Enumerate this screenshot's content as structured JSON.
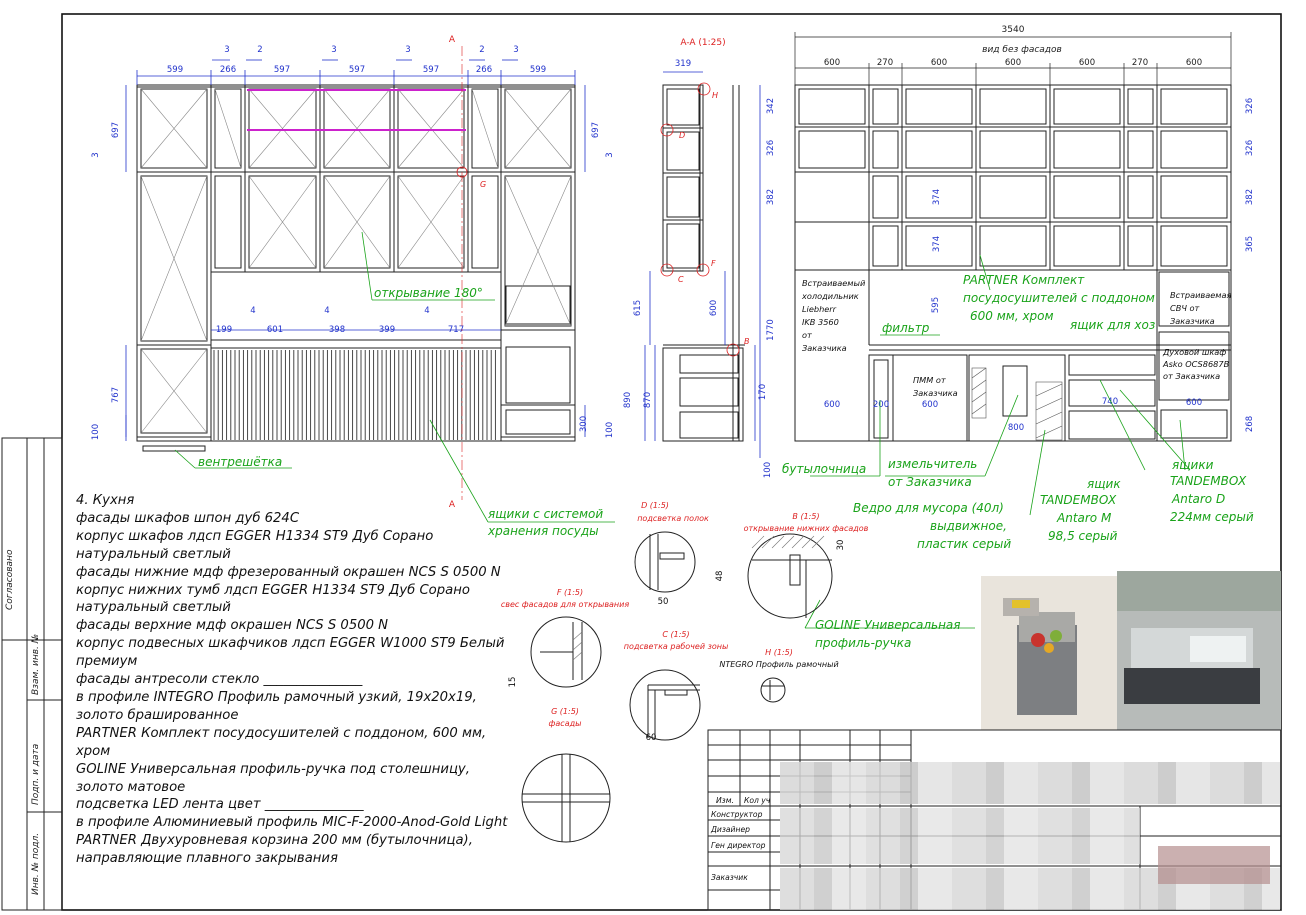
{
  "top_dims": {
    "main": [
      "599",
      "266",
      "597",
      "597",
      "597",
      "266",
      "599"
    ],
    "gaps": [
      "3",
      "2",
      "3",
      "3",
      "2",
      "3"
    ],
    "left_side": [
      "697",
      "767",
      "100"
    ],
    "right_side": [
      "697",
      "300",
      "100"
    ],
    "side_small": [
      "3",
      "3"
    ],
    "mid": [
      "199",
      "601",
      "398",
      "399",
      "717"
    ],
    "mid_gaps": [
      "4",
      "4",
      "4"
    ],
    "section_marks": [
      "A",
      "A"
    ]
  },
  "section": {
    "title": "A-A (1:25)",
    "width": "319",
    "dims": [
      "615",
      "600",
      "890",
      "870",
      "1770",
      "170",
      "100"
    ],
    "marks": [
      "H",
      "D",
      "G",
      "C",
      "F",
      "B"
    ]
  },
  "right_view": {
    "total": "3540",
    "caption": "вид без фасадов",
    "cols": [
      "600",
      "270",
      "600",
      "600",
      "600",
      "270",
      "600"
    ],
    "left_dims": [
      "342",
      "326",
      "382"
    ],
    "right_dims": [
      "326",
      "326",
      "382",
      "365",
      "268"
    ],
    "inner_dims": [
      "374",
      "374",
      "595"
    ],
    "bottom_dims": [
      "600",
      "200",
      "600",
      "800",
      "740",
      "600"
    ],
    "fridge": [
      "Встраиваемый",
      "холодильник",
      "Liebherr",
      "IKB 3560",
      "от",
      "Заказчика"
    ],
    "microwave": [
      "Встраиваемая",
      "СВЧ от",
      "Заказчика"
    ],
    "oven": [
      "Духовой шкаф",
      "Asko OCS8687B",
      "от Заказчика"
    ],
    "dishwasher": [
      "ПММ от",
      "Заказчика"
    ]
  },
  "green_labels": {
    "opening": "открывание 180°",
    "vent": "вентрешётка",
    "drawers_storage": [
      "ящики с системой",
      "хранения посуды"
    ],
    "partner": [
      "PARTNER Комплект",
      "посудосушителей с поддоном",
      "600 мм, хром"
    ],
    "filter": "фильтр",
    "box": "ящик для хоз",
    "bottle": "бутылочница",
    "grinder": [
      "измельчитель",
      "от Заказчика"
    ],
    "bin": [
      "Ведро для мусора (40л)",
      "выдвижное,",
      "пластик серый"
    ],
    "tandem_m": [
      "ящик",
      "TANDEMBOX",
      "Antaro M",
      "98,5 серый"
    ],
    "tandem_d": [
      "ящики",
      "TANDEMBOX",
      "Antaro D",
      "224мм серый"
    ],
    "goline": [
      "GOLINE Универсальная",
      "профиль-ручка"
    ]
  },
  "details": {
    "d": "D (1:5)",
    "d_note": "подсветка полок",
    "d_dim": "50",
    "b": "B (1:5)",
    "b_note": "открывание нижних фасадов",
    "b_dims": [
      "48",
      "30"
    ],
    "f": "F (1:5)",
    "f_note": "свес фасадов для открывания",
    "f_dim": "15",
    "c": "C (1:5)",
    "c_note": "подсветка рабочей зоны",
    "c_dim": "60",
    "h": "H (1:5)",
    "h_note": "NTEGRO Профиль рамочный",
    "g": "G (1:5)",
    "g_note": "фасады"
  },
  "notes": [
    "4. Кухня",
    "фасады шкафов шпон дуб 624C",
    "корпус шкафов лдсп EGGER H1334 ST9 Дуб Сорано",
    "натуральный светлый",
    "фасады нижние мдф фрезерованный окрашен NCS S 0500 N",
    "корпус нижних тумб лдсп EGGER H1334 ST9 Дуб Сорано",
    "натуральный светлый",
    "фасады верхние мдф окрашен NCS S 0500 N",
    "корпус подвесных шкафчиков лдсп EGGER W1000 ST9 Белый",
    "премиум",
    "фасады антресоли стекло _______________",
    "в профиле INTEGRO Профиль рамочный узкий, 19х20х19,",
    "золото брашированное",
    "PARTNER Комплект посудосушителей с поддоном, 600 мм,",
    "хром",
    "GOLINE Универсальная профиль-ручка под столешницу,",
    "золото матовое",
    "подсветка LED лента цвет _______________",
    "в профиле Алюминиевый профиль MIC-F-2000-Anod-Gold Light",
    "PARTNER Двухуровневая корзина 200 мм (бутылочница),",
    "направляющие плавного закрывания"
  ],
  "sidebar": [
    "Согласовано",
    "Взам. инв. №",
    "Подп. и дата",
    "Инв. № подл."
  ],
  "title_block": {
    "row_head": [
      "Изм.",
      "Кол уч"
    ],
    "roles": [
      "Конструктор",
      "Дизайнер",
      "Ген директор",
      "Заказчик"
    ]
  },
  "colors": {
    "dim": "#2233cc",
    "label": "#1aa31a",
    "mark": "#dd2222",
    "line": "#222222",
    "accent": "#cc22cc"
  }
}
